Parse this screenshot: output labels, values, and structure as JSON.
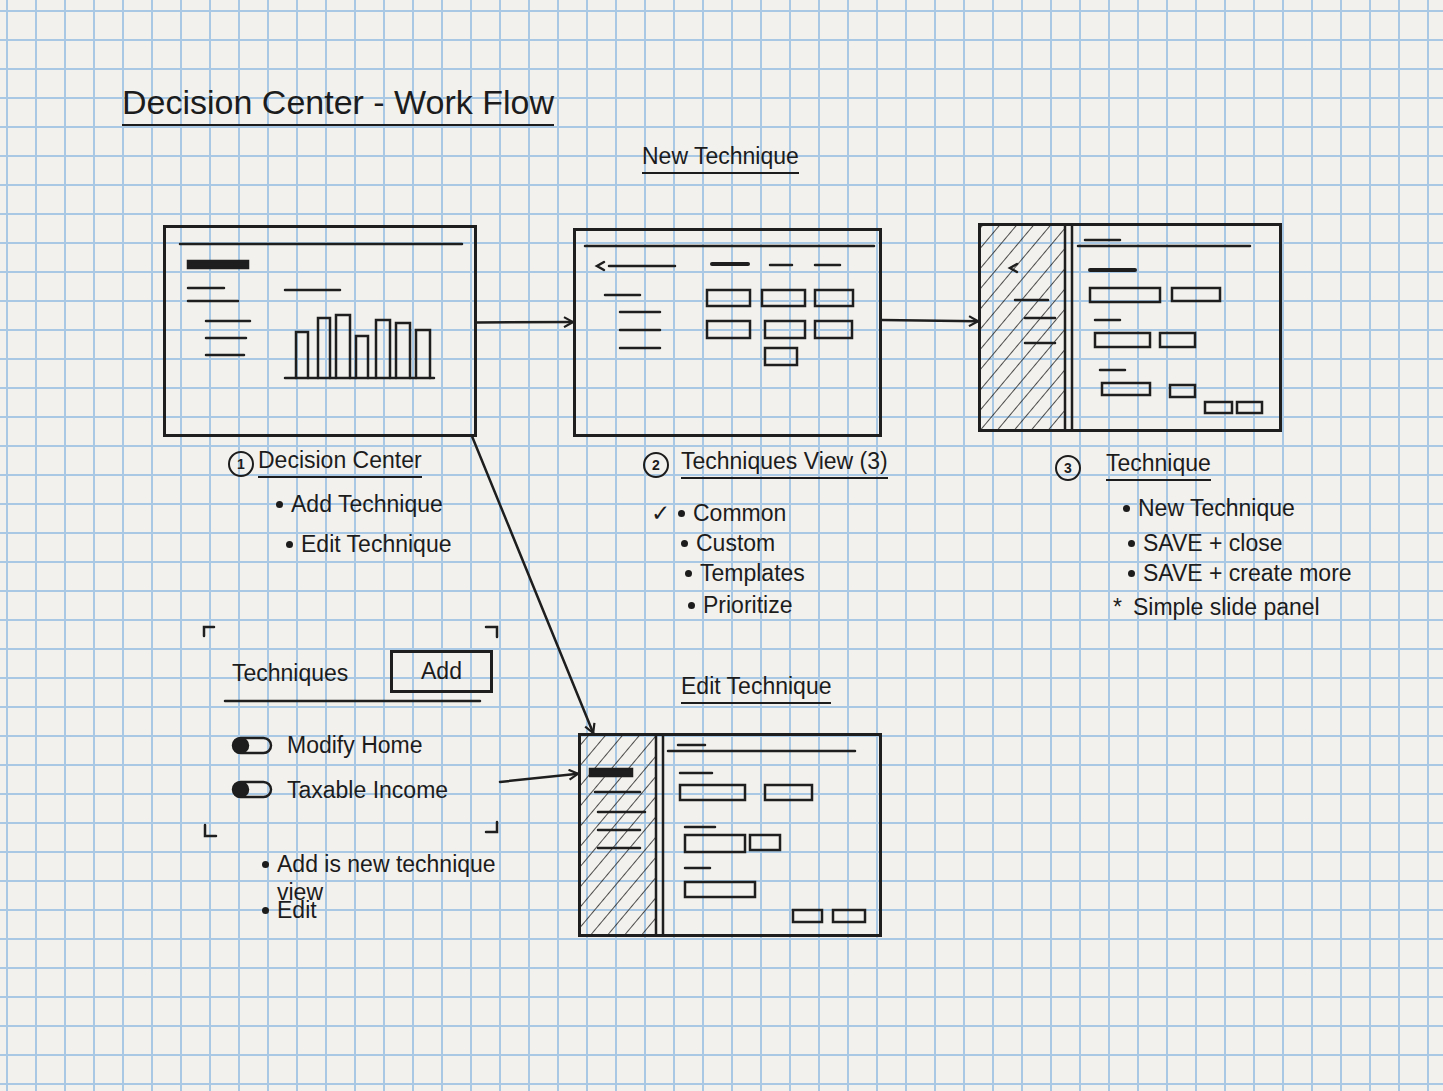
{
  "diagram": {
    "title": "Decision Center - Work Flow",
    "nodes": [
      {
        "text": [
          "1",
          "Decision Center",
          "Add Technique",
          "Edit Technique"
        ]
      },
      {
        "text": [
          "2",
          "Techniques View (3)",
          "✓",
          "Common",
          "Custom",
          "Templates",
          "Prioritize"
        ]
      },
      {
        "text": [
          "3",
          "Technique",
          "New Technique",
          "SAVE + close",
          "SAVE + create more",
          "*",
          "Simple slide panel"
        ]
      },
      {
        "text": [
          "Techniques",
          "Modify Home",
          "Taxable Income"
        ]
      },
      {
        "text": [
          "Add"
        ],
        "in": 3
      },
      {
        "text": [
          "Edit Technique"
        ]
      }
    ],
    "edges": [
      {
        "from": 0,
        "to": 1,
        "arrow": "to"
      },
      {
        "from": 1,
        "to": 2,
        "arrow": "to"
      },
      {
        "from": 0,
        "to": 5,
        "arrow": "to"
      },
      {
        "from": 3,
        "to": 5,
        "arrow": "to"
      }
    ],
    "labels": [
      "New Technique",
      "Add is new technique view",
      "Edit"
    ]
  }
}
